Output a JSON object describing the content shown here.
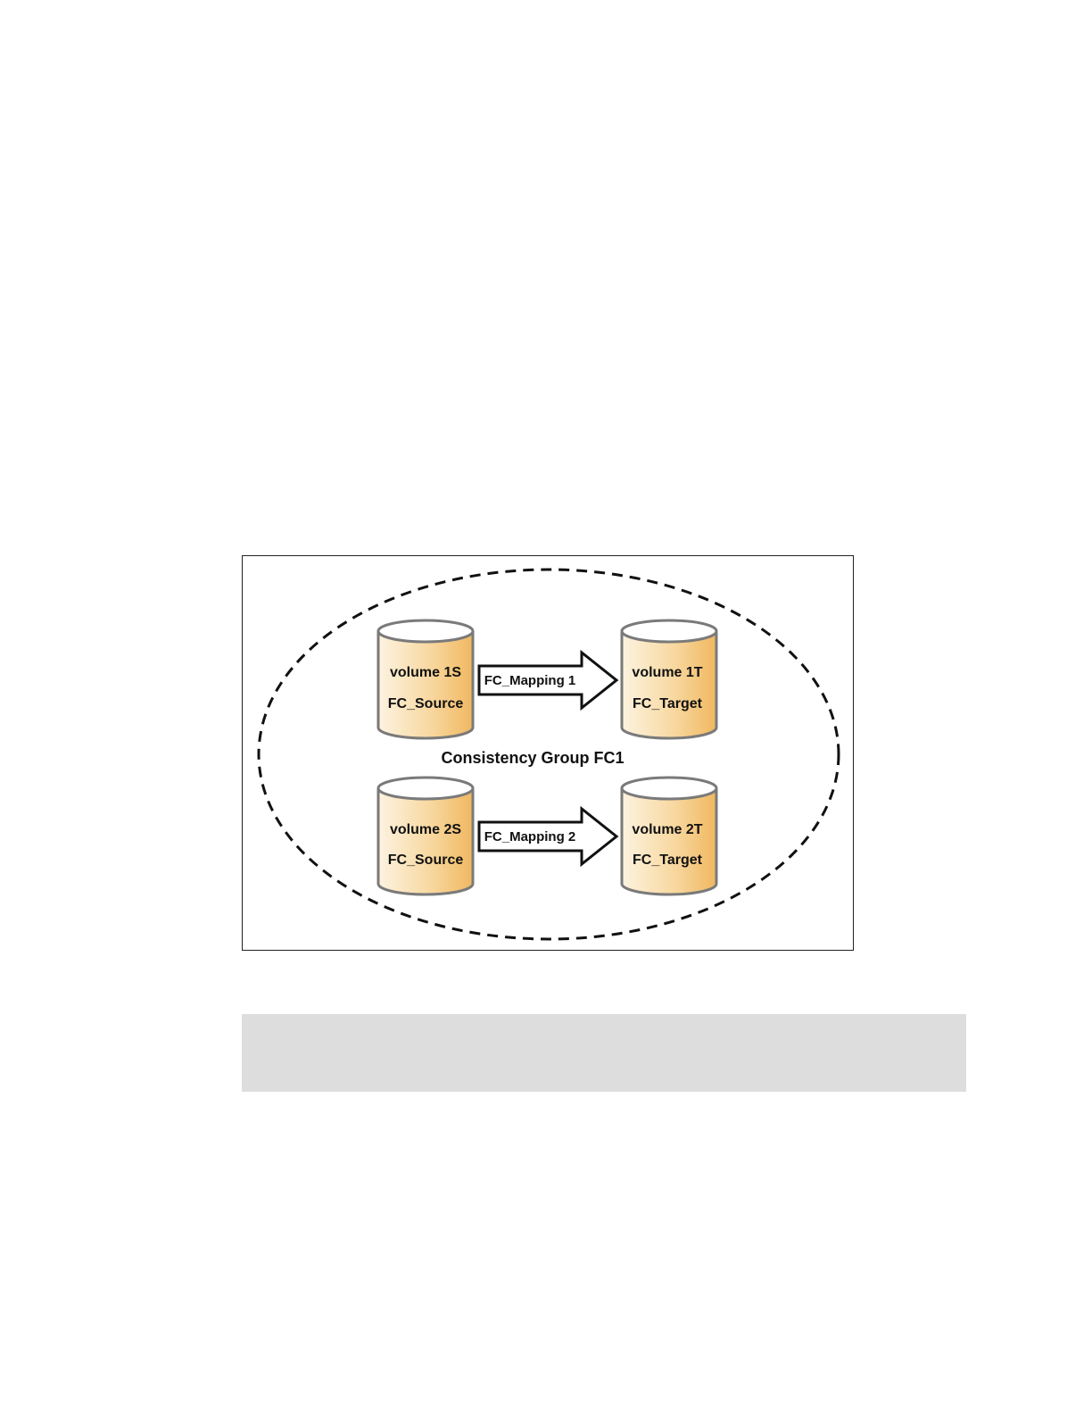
{
  "diagram": {
    "group_label": "Consistency Group FC1",
    "volumes": {
      "v1s": {
        "name": "volume 1S",
        "role": "FC_Source"
      },
      "v1t": {
        "name": "volume 1T",
        "role": "FC_Target"
      },
      "v2s": {
        "name": "volume 2S",
        "role": "FC_Source"
      },
      "v2t": {
        "name": "volume 2T",
        "role": "FC_Target"
      }
    },
    "mappings": {
      "m1": {
        "label": "FC_Mapping 1",
        "from": "volume 1S",
        "to": "volume 1T"
      },
      "m2": {
        "label": "FC_Mapping 2",
        "from": "volume 2S",
        "to": "volume 2T"
      }
    },
    "colors": {
      "cylinder_fill_dark": "#f0b860",
      "cylinder_fill_light": "#fdf3e0",
      "cylinder_outline": "#7a7a7a",
      "group_outline": "#111111",
      "note_background": "#dddddd"
    }
  }
}
